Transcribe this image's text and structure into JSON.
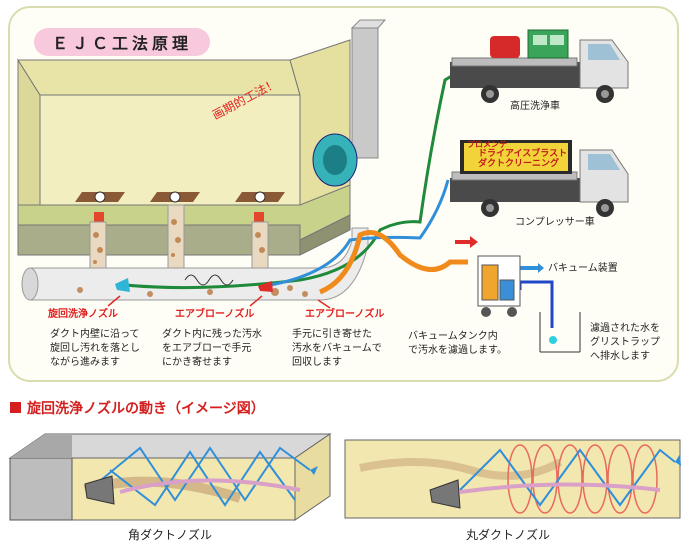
{
  "diagram": {
    "title": "ＥＪＣ工法原理",
    "slogan": "画期的工法！",
    "trucks": [
      {
        "label": "高圧洗浄車"
      },
      {
        "label": "コンプレッサー車",
        "sign_line1": "プロメンテ",
        "sign_line2": "ドライアイスブラスト",
        "sign_line3": "ダクトクリーニング"
      }
    ],
    "vacuum_unit_label": "バキューム装置",
    "nozzles": [
      {
        "name": "旋回洗浄ノズル",
        "desc": [
          "ダクト内壁に沿って",
          "旋回し汚れを落とし",
          "ながら進みます"
        ]
      },
      {
        "name": "エアブローノズル",
        "desc": [
          "ダクト内に残った汚水",
          "をエアブローで手元",
          "にかき寄せます"
        ]
      },
      {
        "name": "エアブローノズル",
        "desc": [
          "手元に引き寄せた",
          "汚水をバキュームで",
          "回収します"
        ]
      }
    ],
    "tank_desc": [
      "バキュームタンク内",
      "で汚水を濾過します。"
    ],
    "drain_desc": [
      "濾過された水を",
      "グリストラップ",
      "へ排水します"
    ]
  },
  "section": {
    "title": "旋回洗浄ノズルの動き（イメージ図）",
    "panels": [
      {
        "caption": "角ダクトノズル"
      },
      {
        "caption": "丸ダクトノズル"
      }
    ]
  },
  "colors": {
    "room_floor": "#c9d28a",
    "room_wall": "#f2eec0",
    "red": "#d41f1f",
    "green_hose": "#1f8a3a",
    "blue_hose": "#2f8fd9",
    "orange_hose": "#f08a1c",
    "pink_label": "#f8c8dd",
    "duct_panel": "#f3e7b0"
  }
}
